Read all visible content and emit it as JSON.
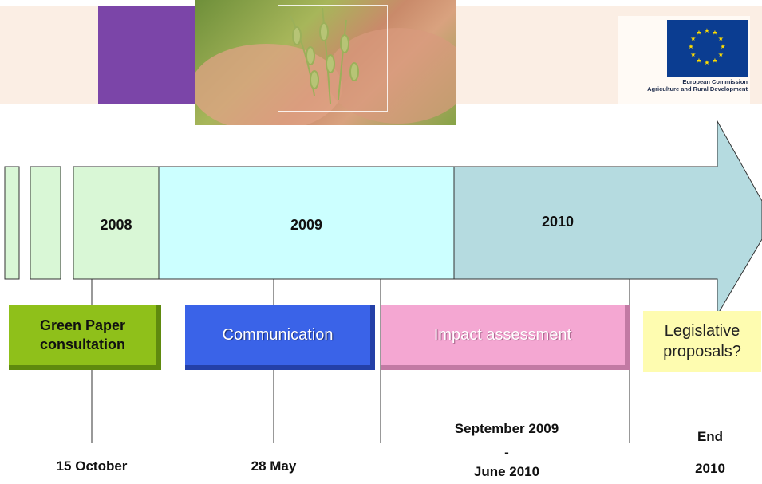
{
  "header": {
    "logo": {
      "line1": "European Commission",
      "line2": "Agriculture and Rural Development"
    }
  },
  "timeline": {
    "years": [
      "2008",
      "2009",
      "2010"
    ]
  },
  "phases": {
    "green_paper_line1": "Green Paper",
    "green_paper_line2": "consultation",
    "communication": "Communication",
    "impact_assessment": "Impact assessment",
    "legislative_line1": "Legislative",
    "legislative_line2": "proposals?"
  },
  "dates": {
    "green_paper": "15 October",
    "communication": "28 May",
    "impact_line1": "September 2009",
    "impact_line2": "-",
    "impact_line3": "June 2010",
    "legislative_line1": "End",
    "legislative_line2": "2010"
  },
  "colors": {
    "year_2008": "#d9f7d6",
    "year_2009": "#ccffff",
    "year_2010": "#b5dbe0",
    "green_phase": "#8fc01a",
    "communication_phase": "#3a63e8",
    "impact_phase": "#f4a7d2",
    "legislative_phase": "#fefcb0"
  }
}
